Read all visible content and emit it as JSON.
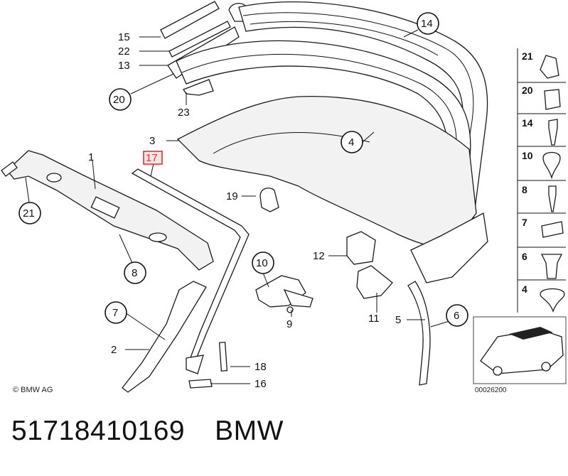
{
  "diagram": {
    "callouts": {
      "c1": "1",
      "c2": "2",
      "c3": "3",
      "c4": "4",
      "c5": "5",
      "c6": "6",
      "c7": "7",
      "c8": "8",
      "c9": "9",
      "c10": "10",
      "c11": "11",
      "c12": "12",
      "c13": "13",
      "c14": "14",
      "c15": "15",
      "c16": "16",
      "c17": "17",
      "c18": "18",
      "c19": "19",
      "c20": "20",
      "c21a": "21",
      "c21b": "21",
      "c22": "22",
      "c23": "23"
    },
    "highlighted_part": "17",
    "highlight_color": "#e03030",
    "side_panel": [
      "21",
      "20",
      "14",
      "10",
      "8",
      "7",
      "6",
      "4"
    ],
    "copyright": "© BMW AG",
    "diagram_number": "00026200"
  },
  "footer": {
    "part_number": "51718410169",
    "brand": "BMW"
  }
}
